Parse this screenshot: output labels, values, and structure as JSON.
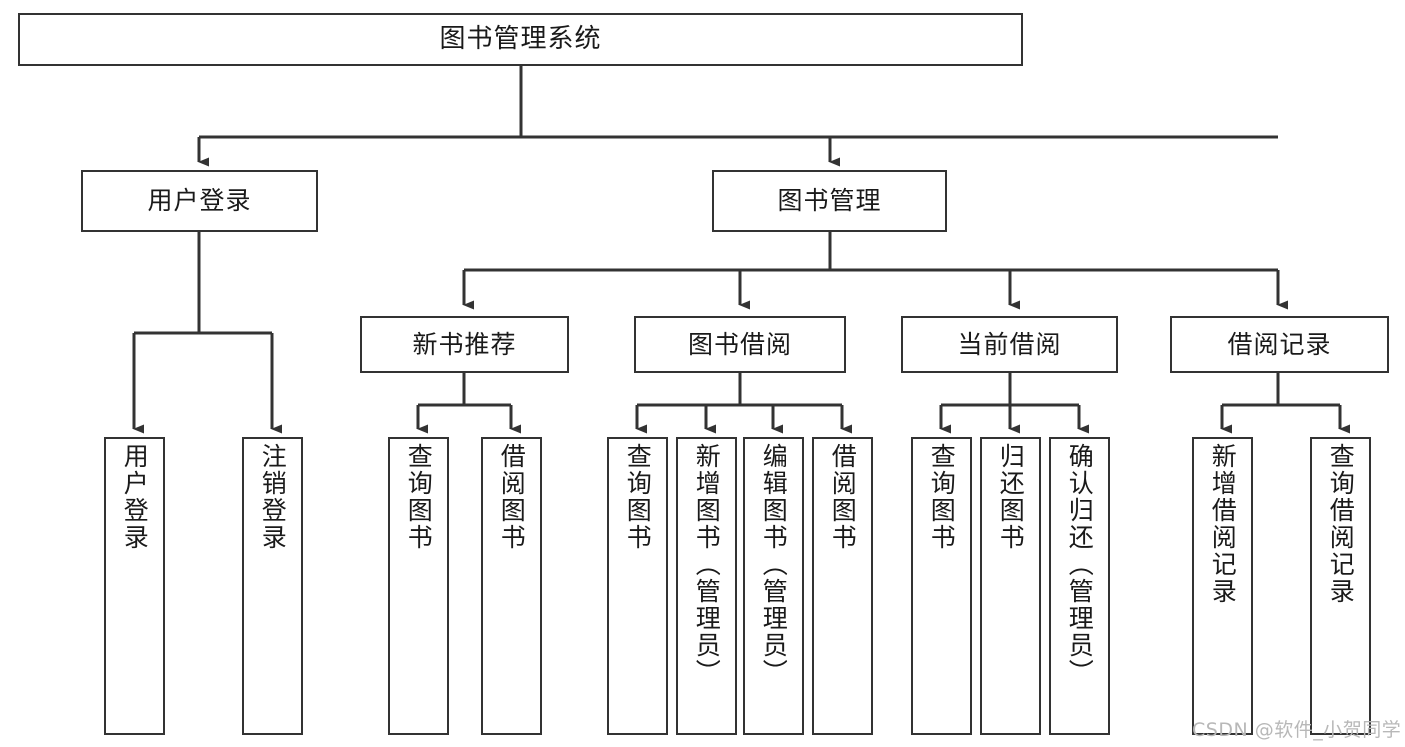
{
  "diagram": {
    "type": "hierarchy-tree",
    "title": "图书管理系统",
    "background_color": "#ffffff",
    "line_color": "#333333",
    "box_fill": "#ffffff",
    "levels": 4
  },
  "nodes": {
    "root": {
      "label": "图书管理系统",
      "orientation": "horizontal"
    },
    "level2": [
      {
        "id": "user-login",
        "label": "用户登录",
        "orientation": "horizontal"
      },
      {
        "id": "book-manage",
        "label": "图书管理",
        "orientation": "horizontal"
      }
    ],
    "level3": [
      {
        "id": "new-book-recommend",
        "label": "新书推荐",
        "orientation": "horizontal"
      },
      {
        "id": "book-borrow",
        "label": "图书借阅",
        "orientation": "horizontal"
      },
      {
        "id": "current-borrow",
        "label": "当前借阅",
        "orientation": "horizontal"
      },
      {
        "id": "borrow-record",
        "label": "借阅记录",
        "orientation": "horizontal"
      }
    ],
    "leaves": {
      "user_login": [
        {
          "id": "leaf-user-login",
          "label": "用户登录",
          "orientation": "vertical"
        },
        {
          "id": "leaf-logout-login",
          "label": "注销登录",
          "orientation": "vertical"
        }
      ],
      "new_book_recommend": [
        {
          "id": "leaf-query-book-1",
          "label": "查询图书",
          "orientation": "vertical"
        },
        {
          "id": "leaf-borrow-book-1",
          "label": "借阅图书",
          "orientation": "vertical"
        }
      ],
      "book_borrow": [
        {
          "id": "leaf-query-book-2",
          "label": "查询图书",
          "orientation": "vertical"
        },
        {
          "id": "leaf-add-book-admin",
          "label": "新增图书（管理员）",
          "orientation": "vertical"
        },
        {
          "id": "leaf-edit-book-admin",
          "label": "编辑图书（管理员）",
          "orientation": "vertical"
        },
        {
          "id": "leaf-borrow-book-2",
          "label": "借阅图书",
          "orientation": "vertical"
        }
      ],
      "current_borrow": [
        {
          "id": "leaf-query-book-3",
          "label": "查询图书",
          "orientation": "vertical"
        },
        {
          "id": "leaf-return-book",
          "label": "归还图书",
          "orientation": "vertical"
        },
        {
          "id": "leaf-confirm-return-admin",
          "label": "确认归还（管理员）",
          "orientation": "vertical"
        }
      ],
      "borrow_record": [
        {
          "id": "leaf-add-borrow-record",
          "label": "新增借阅记录",
          "orientation": "vertical"
        },
        {
          "id": "leaf-query-borrow-record",
          "label": "查询借阅记录",
          "orientation": "vertical"
        }
      ]
    }
  },
  "watermark": {
    "text": "CSDN @软件_小贺同学",
    "color": "#b8b8b8"
  }
}
